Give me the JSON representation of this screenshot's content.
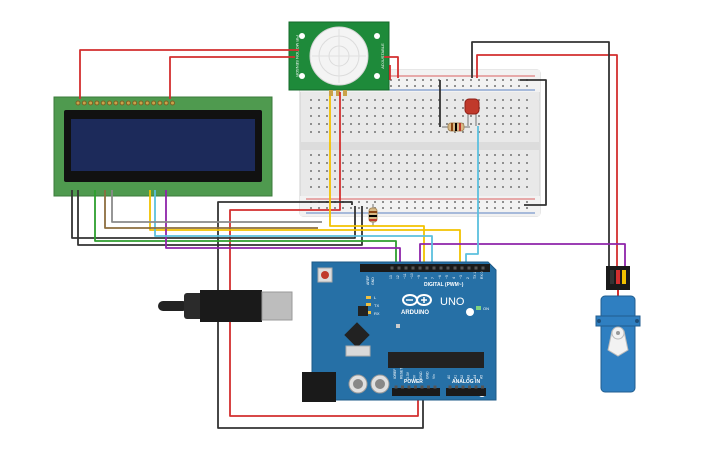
{
  "pir": {
    "left_text": "PIR MOTION SENSOR",
    "right_text": "ADJUSTABLE"
  },
  "arduino": {
    "brand": "ARDUINO",
    "model": "UNO",
    "digital_header": "DIGITAL (PWM~)",
    "power_header": "POWER",
    "analog_header": "ANALOG IN",
    "on_label": "ON",
    "tx_label": "TX",
    "rx_label": "RX",
    "l_label": "L",
    "aref": "AREF",
    "gnd": "GND",
    "digital_pins": [
      "13",
      "12",
      "~11",
      "~10",
      "~9",
      "8",
      "7",
      "~6",
      "~5",
      "4",
      "~3",
      "2",
      "TX 1",
      "RX 0"
    ],
    "power_pins": [
      "IOREF",
      "RESET",
      "3.3V",
      "5V",
      "GND",
      "GND",
      "Vin"
    ],
    "analog_pins": [
      "A0",
      "A1",
      "A2",
      "A3",
      "A4",
      "A5"
    ]
  },
  "colors": {
    "red_wire": "#d32f2f",
    "black_wire": "#333333",
    "yellow_wire": "#f2c200",
    "green_wire": "#2e9e2e",
    "purple_wire": "#8e24aa",
    "blue_wire": "#5bc0de",
    "brown_wire": "#8d6e3f",
    "lcd_board": "#4f9a4f",
    "lcd_screen": "#1c2a5a",
    "arduino_board": "#2670a6",
    "pir_board": "#1e8a3a",
    "servo_body": "#2f7fc1"
  }
}
